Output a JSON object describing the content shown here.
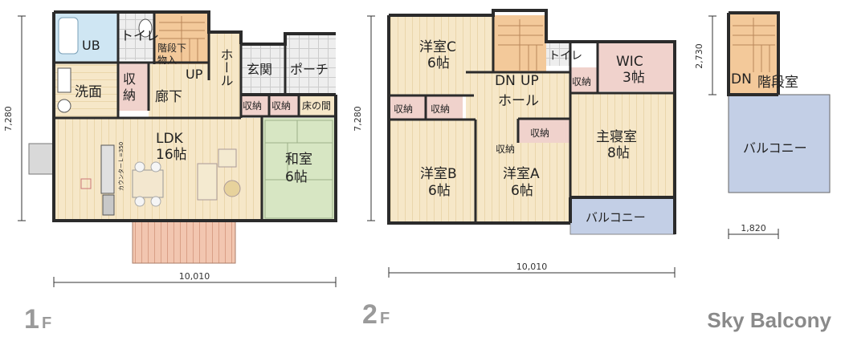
{
  "floor1": {
    "label_num": "1",
    "label_suffix": "F",
    "height_dim": "7,280",
    "width_dim": "10,010",
    "rooms": {
      "ub": "UB",
      "toilet": "トイレ",
      "stair_storage_1": "階段下",
      "stair_storage_2": "物入",
      "up": "UP",
      "hall": "ホール",
      "entrance": "玄関",
      "porch": "ポーチ",
      "washroom": "洗面",
      "storage_v1": "収",
      "storage_v2": "納",
      "corridor": "廊下",
      "storage_a": "収納",
      "storage_b": "収納",
      "tokonoma": "床の間",
      "ldk": "LDK",
      "ldk_size": "16帖",
      "washitsu": "和室",
      "washitsu_size": "6帖",
      "counter": "カウンターＬ=350"
    }
  },
  "floor2": {
    "label_num": "2",
    "label_suffix": "F",
    "height_dim": "7,280",
    "width_dim": "10,010",
    "rooms": {
      "room_c": "洋室C",
      "room_c_size": "6帖",
      "toilet": "トイレ",
      "wic": "WIC",
      "wic_size": "3帖",
      "dn": "DN",
      "up": "UP",
      "hall": "ホール",
      "storage_1": "収納",
      "storage_2": "収納",
      "storage_3": "収納",
      "storage_4": "収納",
      "storage_5": "収納",
      "master": "主寝室",
      "master_size": "8帖",
      "room_b": "洋室B",
      "room_b_size": "6帖",
      "room_a": "洋室A",
      "room_a_size": "6帖",
      "balcony": "バルコニー"
    }
  },
  "sky": {
    "title": "Sky Balcony",
    "height_dim": "2,730",
    "width_dim": "1,820",
    "dn": "DN",
    "stair_room": "階段室",
    "balcony": "バルコニー"
  },
  "colors": {
    "wood": "#f6e7c8",
    "wood_line": "#ead6ab",
    "wall": "#2b2b2b",
    "storage": "#f0d2cc",
    "tatami": "#d7e6c3",
    "balcony": "#c3cfe6",
    "stair": "#f3c99a",
    "tile": "#e6e6e6",
    "bath": "#cfe6f3",
    "deck": "#f2c6b0"
  }
}
